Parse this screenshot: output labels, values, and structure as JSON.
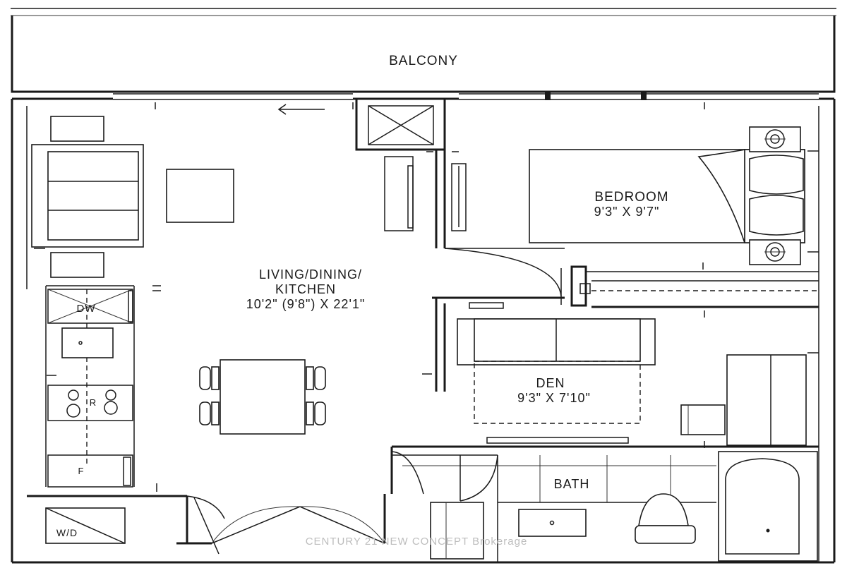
{
  "rooms": {
    "balcony": {
      "name": "BALCONY"
    },
    "bedroom": {
      "name": "BEDROOM",
      "dimensions": "9'3\" X 9'7\""
    },
    "living": {
      "name_line1": "LIVING/DINING/",
      "name_line2": "KITCHEN",
      "dimensions": "10'2\" (9'8\") X 22'1\""
    },
    "den": {
      "name": "DEN",
      "dimensions": "9'3\" X 7'10\""
    },
    "bath": {
      "name": "BATH"
    }
  },
  "appliances": {
    "dishwasher": "DW",
    "range": "R",
    "fridge": "F",
    "washer_dryer": "W/D"
  },
  "watermark": "CENTURY 21 NEW CONCEPT Brokerage",
  "colors": {
    "line": "#1a1a1a",
    "background": "#ffffff",
    "watermark": "#bdbdbd"
  }
}
